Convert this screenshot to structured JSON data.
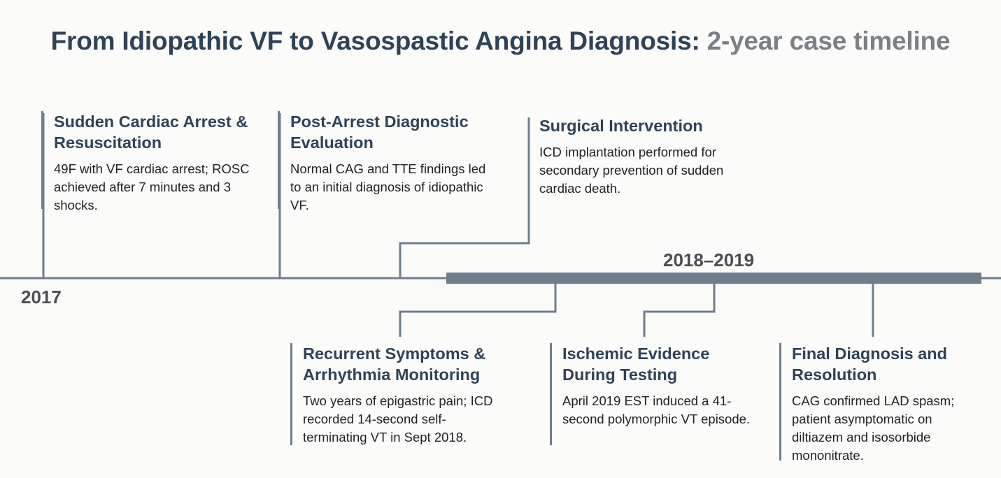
{
  "header": {
    "title_main": "From Idiopathic VF to Vasospastic Angina Diagnosis:",
    "title_sub": "2-year case timeline"
  },
  "timeline": {
    "start_label": "2017",
    "period_label": "2018–2019",
    "line_color": "#6f7d8c",
    "period_bar_color": "#6f7d8c",
    "heading_color": "#2f4257",
    "events": [
      {
        "title": "Sudden Cardiac Arrest & Resuscitation",
        "description": "49F with VF cardiac arrest; ROSC achieved after 7 minutes and 3 shocks."
      },
      {
        "title": "Post-Arrest Diagnostic Evaluation",
        "description": "Normal CAG and TTE findings led to an initial diagnosis of idiopathic VF."
      },
      {
        "title": "Surgical Intervention",
        "description": "ICD implantation performed for secondary prevention of sudden cardiac death."
      },
      {
        "title": "Recurrent Symptoms & Arrhythmia Monitoring",
        "description": "Two years of epigastric pain; ICD recorded 14-second self-terminating VT in Sept 2018."
      },
      {
        "title": "Ischemic Evidence During Testing",
        "description": "April 2019 EST induced a 41-second polymorphic VT episode."
      },
      {
        "title": "Final Diagnosis and Resolution",
        "description": "CAG confirmed LAD spasm; patient asymptomatic on diltiazem and isosorbide mononitrate."
      }
    ]
  }
}
